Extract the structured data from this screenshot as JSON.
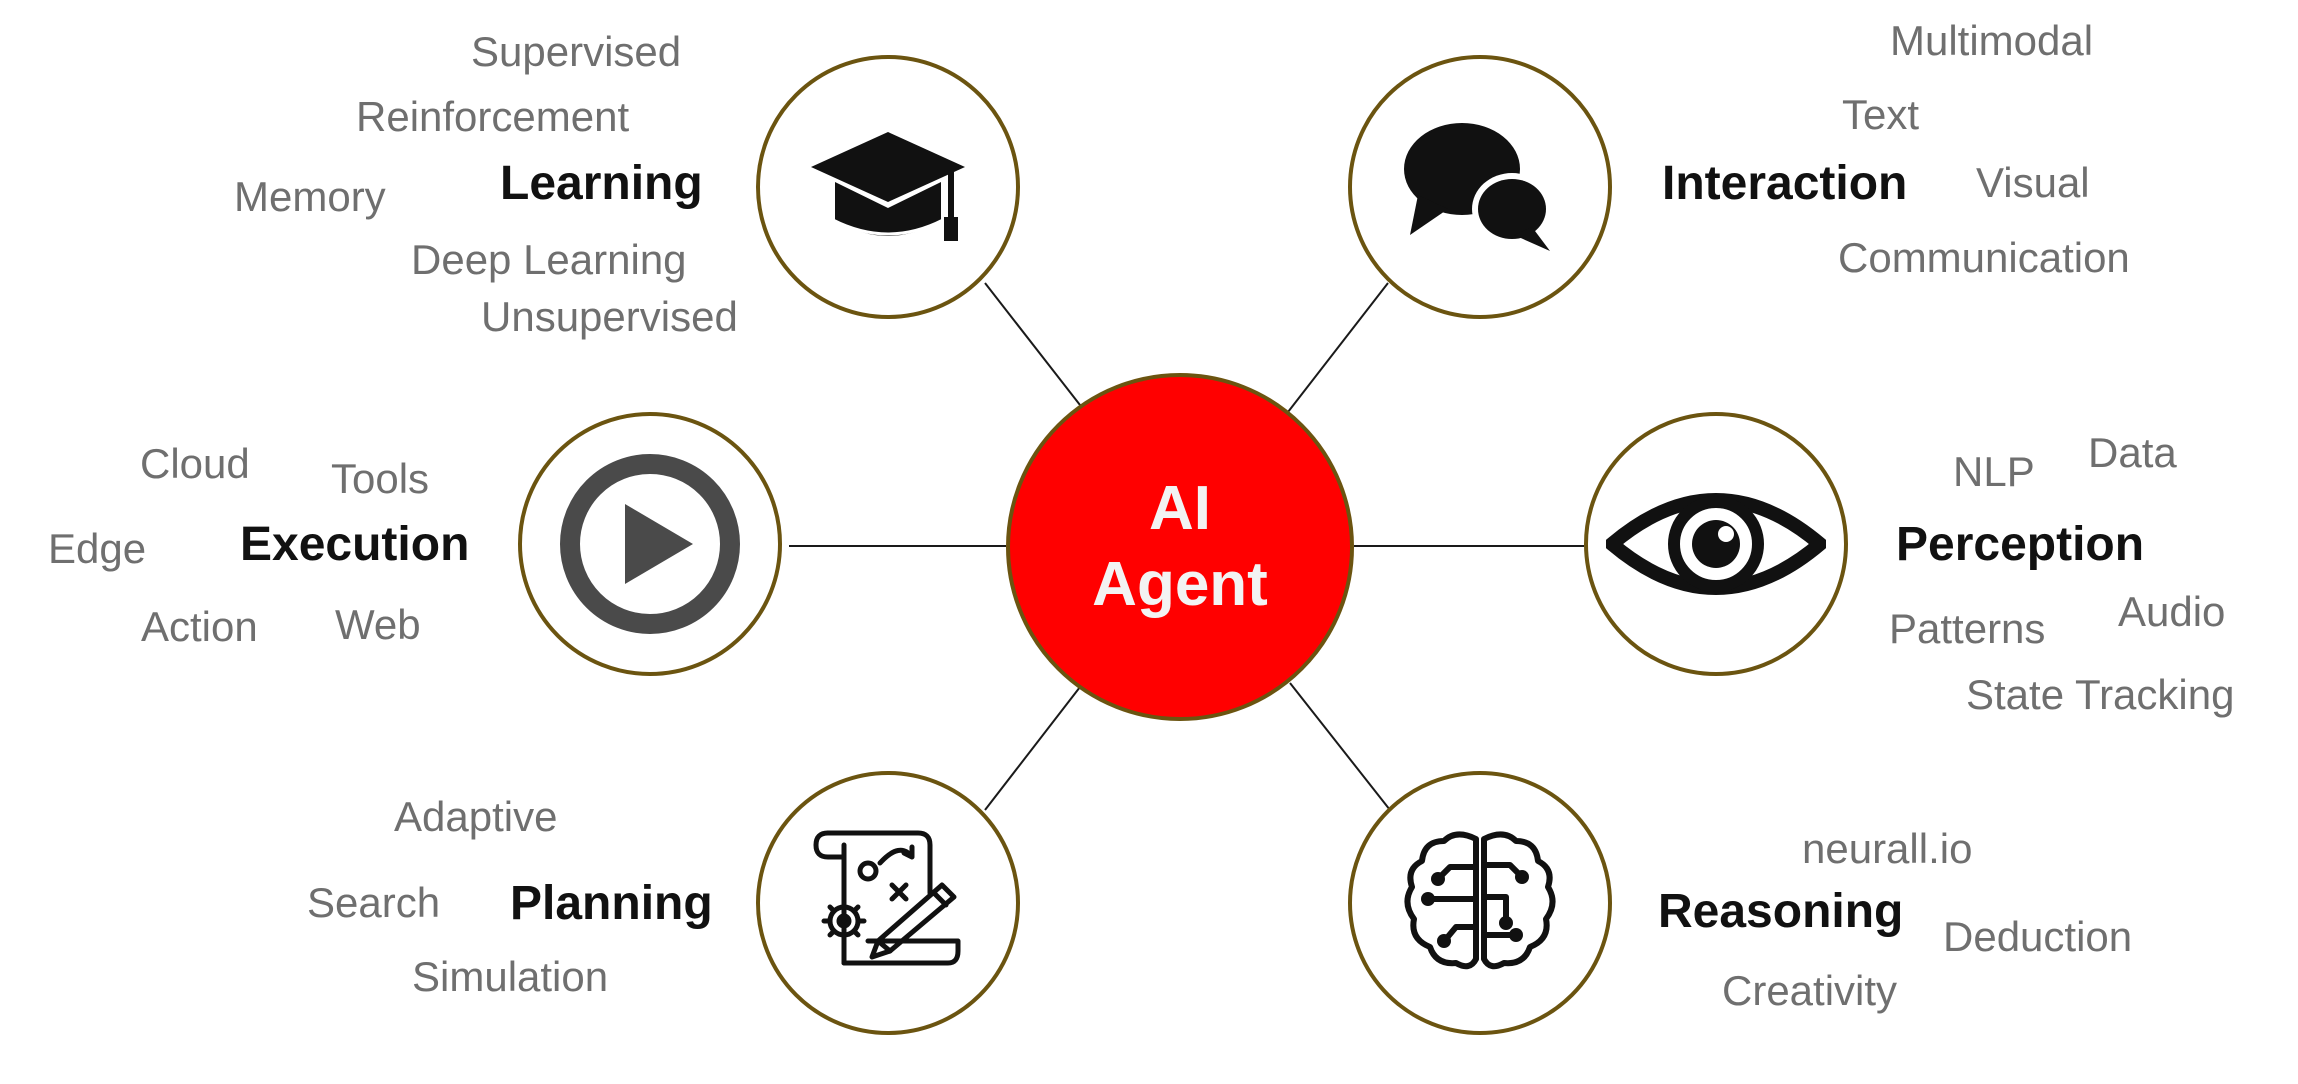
{
  "hub": {
    "line1": "AI",
    "line2": "Agent"
  },
  "colors": {
    "hub": "#ff0000",
    "ring": "#6b5410",
    "label": "#111111",
    "tag": "#6f6f6f",
    "line": "#1a1a1a"
  },
  "nodes": {
    "learning": {
      "label": "Learning",
      "icon": "graduation-cap-icon",
      "tags": [
        "Supervised",
        "Reinforcement",
        "Memory",
        "Deep Learning",
        "Unsupervised"
      ]
    },
    "interaction": {
      "label": "Interaction",
      "icon": "speech-bubbles-icon",
      "tags": [
        "Multimodal",
        "Text",
        "Visual",
        "Communication"
      ]
    },
    "execution": {
      "label": "Execution",
      "icon": "play-icon",
      "tags": [
        "Cloud",
        "Tools",
        "Edge",
        "Action",
        "Web"
      ]
    },
    "perception": {
      "label": "Perception",
      "icon": "eye-icon",
      "tags": [
        "NLP",
        "Data",
        "Patterns",
        "Audio",
        "State Tracking"
      ]
    },
    "planning": {
      "label": "Planning",
      "icon": "plan-scroll-icon",
      "tags": [
        "Adaptive",
        "Search",
        "Simulation"
      ]
    },
    "reasoning": {
      "label": "Reasoning",
      "icon": "brain-circuit-icon",
      "tags": [
        "neurall.io",
        "Deduction",
        "Creativity"
      ]
    }
  }
}
